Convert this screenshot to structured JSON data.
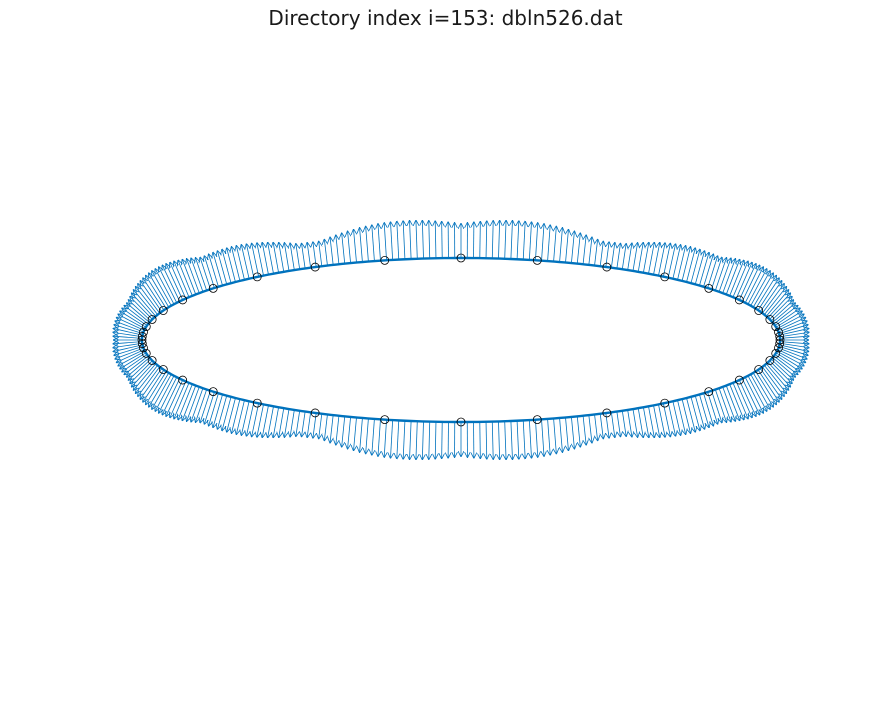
{
  "figure": {
    "title": "Directory index i=153: dbln526.dat"
  },
  "colors": {
    "curve": "#0072BD",
    "arrow": "#0072BD",
    "marker_edge": "#000000",
    "background": "#ffffff"
  },
  "diagram": {
    "type": "normal-vector quiver plot on closed elliptical curve",
    "shape": "ellipse",
    "markers": "open circles",
    "arrows": "outward normals",
    "axes_visible": false
  }
}
